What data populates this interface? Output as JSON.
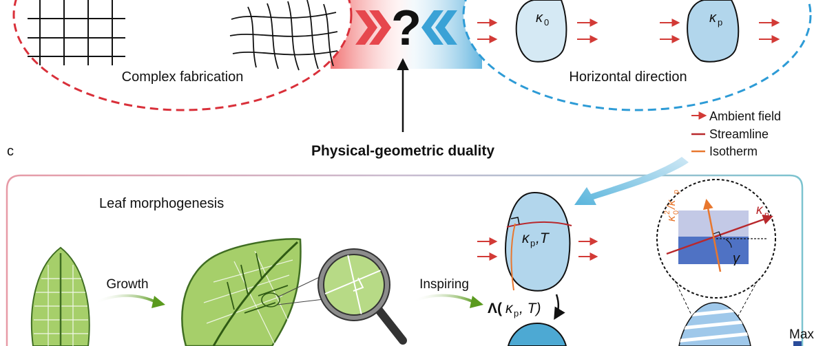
{
  "top_left": {
    "label": "Complex fabrication"
  },
  "top_right": {
    "label": "Horizontal direction",
    "kappa_left": "κ",
    "kappa_left_sub": "0",
    "kappa_right": "κ",
    "kappa_right_sub": "p"
  },
  "center": {
    "question_mark": "?",
    "duality_label": "Physical-geometric duality"
  },
  "legend": {
    "items": [
      "Ambient field",
      "Streamline",
      "Isotherm"
    ]
  },
  "panel_c": {
    "panel_letter": "c",
    "title": "Leaf morphogenesis",
    "growth_label": "Growth",
    "inspiring_label": "Inspiring",
    "shape_kappa": "κ",
    "shape_kappa_sub": "p",
    "shape_rest": ",T",
    "lambda_prefix": "Λ(",
    "lambda_kappa": "κ",
    "lambda_kappa_sub": "p",
    "lambda_rest": ", T)",
    "inset_kappa_p": "κ",
    "inset_kappa_p_sub": "p",
    "inset_ratio_num": "κ",
    "inset_ratio_sub": "0",
    "inset_ratio_sup": "2",
    "inset_ratio_den": "/κ",
    "inset_ratio_den_sub": "p",
    "inset_gamma": "γ",
    "colorbar_max": "Max"
  },
  "colors": {
    "red": "#d9303a",
    "blue": "#2d9bd6",
    "arrow_red": "#d23a36",
    "isotherm": "#e8772e",
    "leaf": "#a6cf6a",
    "leaf_dark": "#3f6d22",
    "blob_light": "#d5e9f4",
    "blob_mid": "#b2d6ec"
  }
}
